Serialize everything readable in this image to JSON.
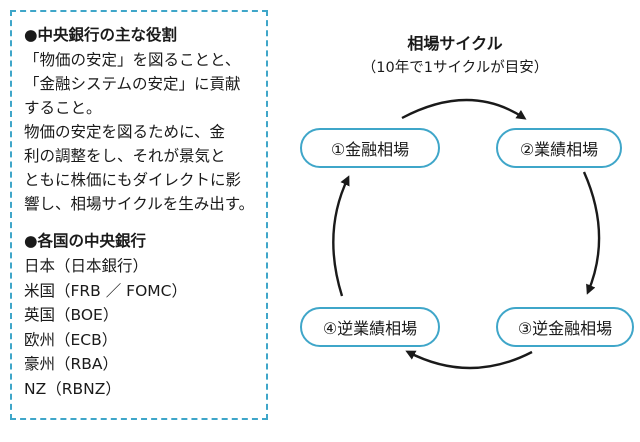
{
  "left_panel": {
    "section1_title": "●中央銀行の主な役割",
    "section1_lines": [
      "「物価の安定」を図ることと、",
      "「金融システムの安定」に貢献",
      "すること。",
      "物価の安定を図るために、金",
      "利の調整をし、それが景気と",
      "ともに株価にもダイレクトに影",
      "響し、相場サイクルを生み出す。"
    ],
    "section2_title": "●各国の中央銀行",
    "banks": [
      "日本（日本銀行）",
      "米国（FRB ／ FOMC）",
      "英国（BOE）",
      "欧州（ECB）",
      "豪州（RBA）",
      "NZ（RBNZ）"
    ]
  },
  "diagram": {
    "title": "相場サイクル",
    "subtitle": "（10年で1サイクルが目安）",
    "nodes": [
      "①金融相場",
      "②業績相場",
      "③逆金融相場",
      "④逆業績相場"
    ],
    "colors": {
      "border": "#3fa6c9",
      "arrow": "#1a1a1a"
    }
  }
}
